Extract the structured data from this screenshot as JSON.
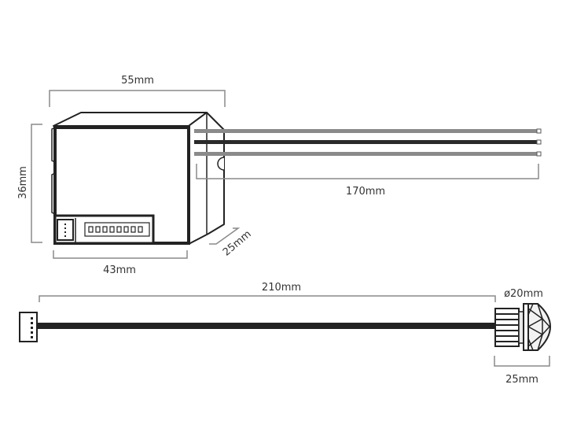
{
  "dimensions": {
    "module_width": "55mm",
    "module_height": "36mm",
    "front_width": "43mm",
    "depth": "25mm",
    "wire_length": "170mm",
    "cable_length": "210mm",
    "sensor_diameter": "ø20mm",
    "sensor_length": "25mm"
  },
  "colors": {
    "wire_gray": "#8a8a8a",
    "wire_dark": "#2a2a2a",
    "outline": "#222222"
  }
}
